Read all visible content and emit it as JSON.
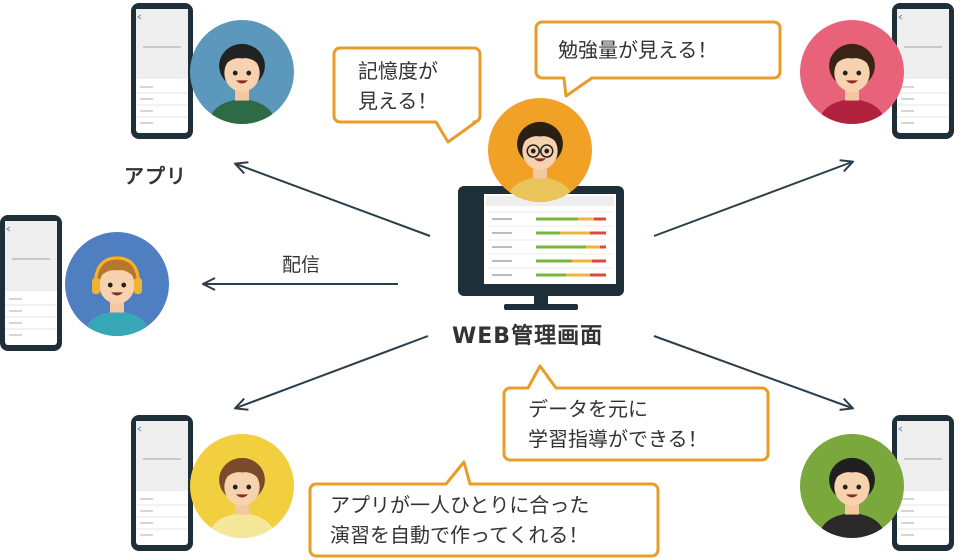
{
  "colors": {
    "bubble_border": "#e89c2a",
    "arrow": "#2d3e4a",
    "phone_body": "#1e2f3a",
    "monitor_body": "#1e2f3a"
  },
  "labels": {
    "app": "アプリ",
    "deliver": "配信",
    "web_admin": "WEB管理画面"
  },
  "bubbles": {
    "memory": [
      "記憶度が",
      "見える！"
    ],
    "study": [
      "勉強量が見える！"
    ],
    "guidance": [
      "データを元に",
      "学習指導ができる！"
    ],
    "exercise": [
      "アプリが一人ひとりに合った",
      "演習を自動で作ってくれる！"
    ]
  },
  "people": [
    {
      "name": "student-top-left",
      "bg": "#5b98bb",
      "shirt": "#2e6a45",
      "hair": "#222222"
    },
    {
      "name": "student-middle-left",
      "bg": "#4f7fc0",
      "shirt": "#37a7b8",
      "hair": "#b5762e"
    },
    {
      "name": "student-bottom-left",
      "bg": "#f2cf3f",
      "shirt": "#f4e79a",
      "hair": "#7a4a2a"
    },
    {
      "name": "student-top-right",
      "bg": "#e8637a",
      "shirt": "#b0223d",
      "hair": "#3a2416"
    },
    {
      "name": "student-bottom-right",
      "bg": "#7aa83c",
      "shirt": "#2a2a2a",
      "hair": "#1f1f1f"
    },
    {
      "name": "teacher",
      "bg": "#f0a126",
      "shirt": "#e8c45a",
      "hair": "#2a1f14"
    }
  ]
}
